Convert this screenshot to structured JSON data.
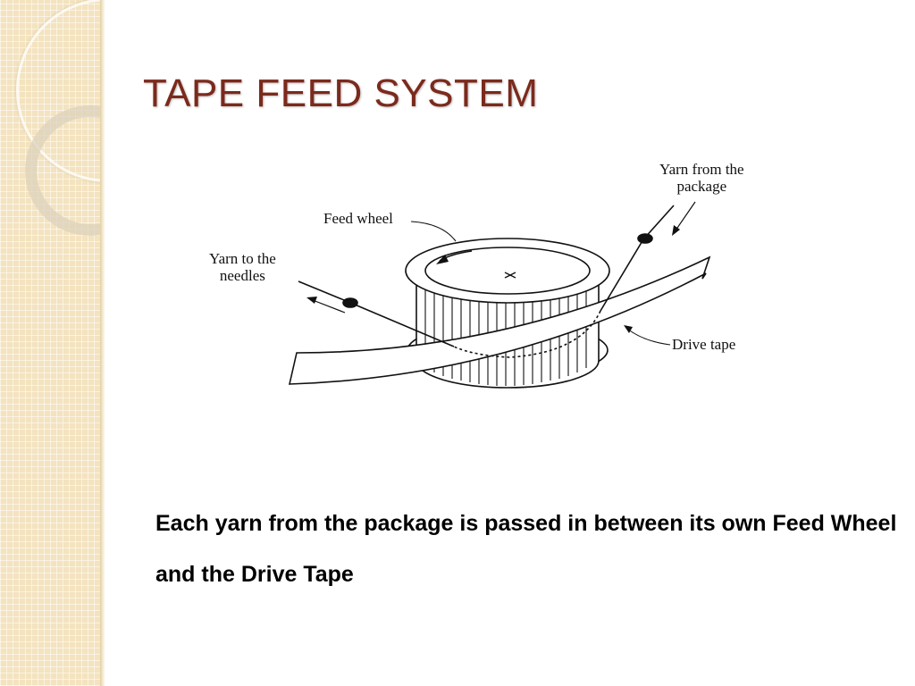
{
  "slide": {
    "title": "TAPE FEED SYSTEM",
    "caption": "Each yarn from the package is passed in between its own Feed Wheel and the Drive Tape"
  },
  "diagram": {
    "labels": {
      "yarn_from_package": "Yarn from the package",
      "feed_wheel": "Feed wheel",
      "yarn_to_needles": "Yarn to the needles",
      "drive_tape": "Drive tape"
    }
  },
  "colors": {
    "title": "#7b2a1c",
    "sidebar": "#f3e3bf",
    "ink": "#111111"
  }
}
